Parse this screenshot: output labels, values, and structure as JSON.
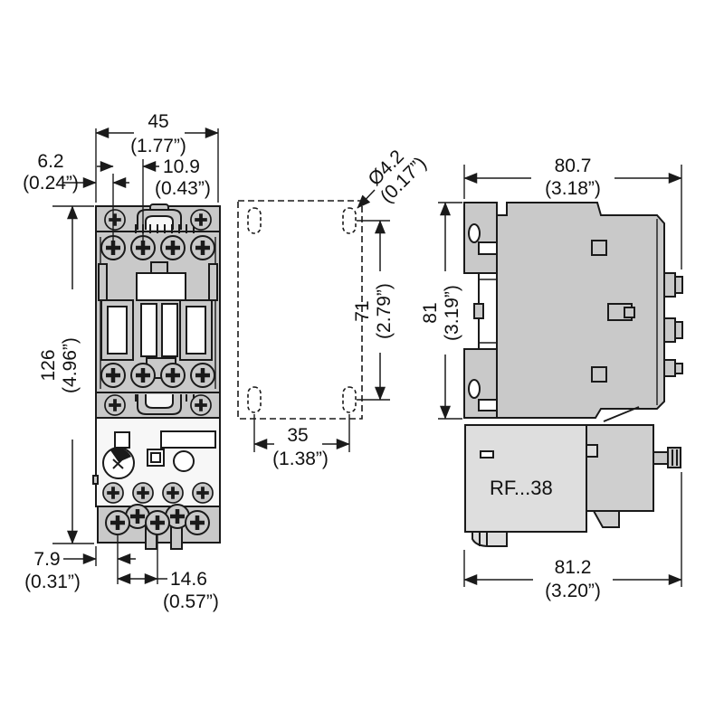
{
  "colors": {
    "outline": "#1a1a1a",
    "body_fill": "#c9c9c9",
    "panel_fill": "#dedede",
    "relay_face_fill": "#f7f7f7",
    "background": "#ffffff"
  },
  "front_view": {
    "dim_width": {
      "mm": "45",
      "inch": "(1.77”)"
    },
    "dim_left_offset": {
      "mm": "6.2",
      "inch": "(0.24”)"
    },
    "dim_terminal_pitch": {
      "mm": "10.9",
      "inch": "(0.43”)"
    },
    "dim_total_height": {
      "mm": "126",
      "inch": "(4.96”)"
    },
    "dim_bottom_left_offset": {
      "mm": "7.9",
      "inch": "(0.31”)"
    },
    "dim_bottom_pitch": {
      "mm": "14.6",
      "inch": "(0.57”)"
    }
  },
  "mounting_pattern": {
    "dim_hole_diameter": {
      "mm": "Ø4.2",
      "inch": "(0.17”)"
    },
    "dim_vertical_pitch": {
      "mm": "71",
      "inch": "(2.79”)"
    },
    "dim_horizontal_pitch": {
      "mm": "35",
      "inch": "(1.38”)"
    }
  },
  "side_view": {
    "dim_top_width": {
      "mm": "80.7",
      "inch": "(3.18”)"
    },
    "dim_height": {
      "mm": "81",
      "inch": "(3.19”)"
    },
    "dim_bottom_width": {
      "mm": "81.2",
      "inch": "(3.20”)"
    },
    "relay_model_label": "RF...38"
  }
}
